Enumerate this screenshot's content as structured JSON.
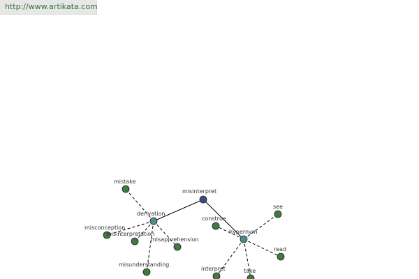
{
  "header": {
    "url_text": "http://www.artikata.com"
  },
  "colors": {
    "root_node": "#3d4a86",
    "group_node": "#4f8d8d",
    "leaf_node": "#3f7a3f"
  },
  "graph": {
    "root": "misinterpret",
    "groups": [
      "derivation",
      "hypernym"
    ],
    "derivation_words": [
      "mistake",
      "misconception",
      "misinterpretation",
      "misapprehension",
      "misunderstanding"
    ],
    "hypernym_words": [
      "construe",
      "see",
      "read",
      "interpret",
      "take"
    ]
  }
}
